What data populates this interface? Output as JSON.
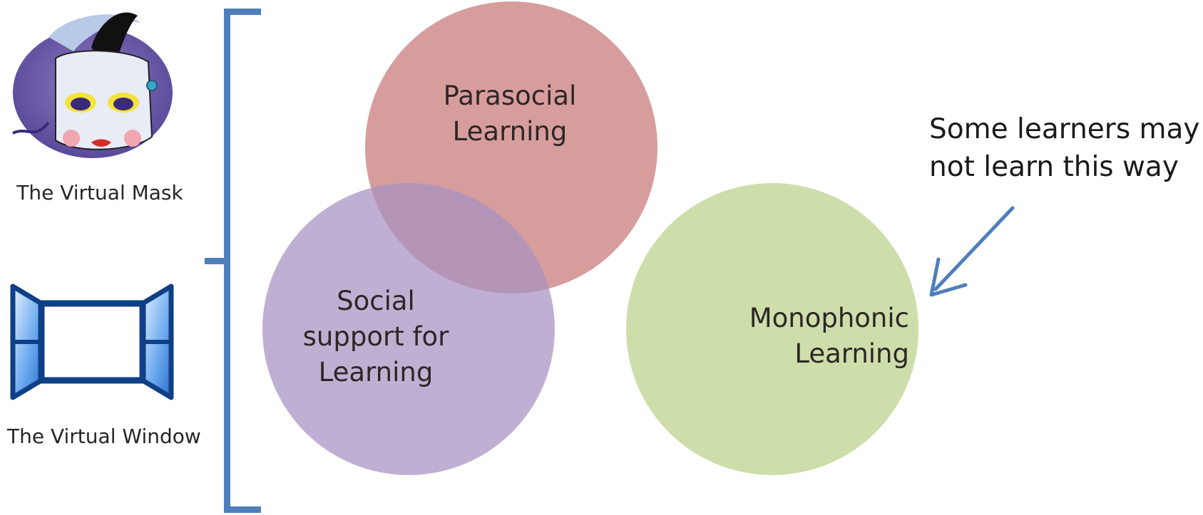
{
  "icons": {
    "mask": {
      "label": "The Virtual Mask",
      "icon": "theatrical-mask-icon"
    },
    "window": {
      "label": "The Virtual Window",
      "icon": "open-window-icon"
    }
  },
  "circles": {
    "parasocial": {
      "line1": "Parasocial",
      "line2": "Learning",
      "line3": "",
      "color": "#d08c8c"
    },
    "social": {
      "line1": "Social",
      "line2": "support for",
      "line3": "Learning",
      "color": "#b7a5c9"
    },
    "monophonic": {
      "line1": "Monophonic",
      "line2": "Learning",
      "line3": "",
      "color": "#c9dba5"
    }
  },
  "note": {
    "line1": "Some learners may",
    "line2": "not learn this way"
  },
  "colors": {
    "bracket": "#4f7fba",
    "arrow": "#4f7fba"
  }
}
